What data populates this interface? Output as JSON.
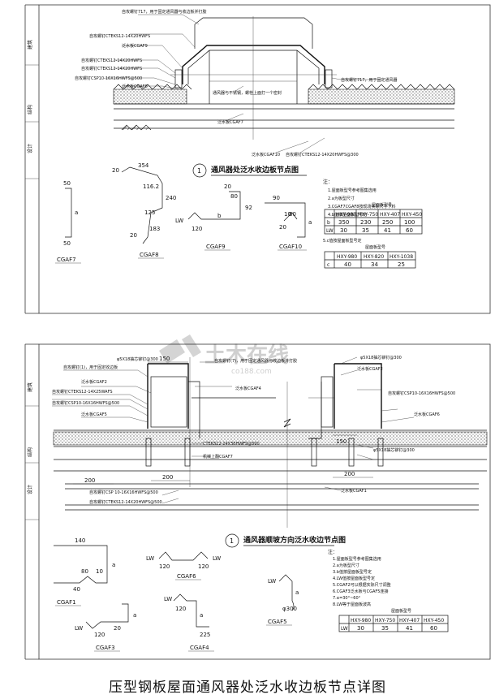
{
  "title": "压型钢板屋面通风器处泛水收边板节点详图",
  "watermark": {
    "cn": "土木在线",
    "en": "co188.com"
  },
  "side_labels": [
    "建筑",
    "结构",
    "设计"
  ],
  "top": {
    "title": "通风器处泛水收边板节点图",
    "mark": "1",
    "callouts": [
      "自攻螺钉717，用于固定通风器与收边板并打胶",
      "自攻螺钉CTEKS12-14X20HWFS",
      "泛水板CGAF9",
      "自攻螺钉CTEKS12-14X20HWFS",
      "自攻螺钉CTEKS12-14X20HWFS",
      "自攻螺钉CSP10-16X16HWFS@500",
      "泛水板CGAF8",
      "自攻螺钉717，用于固定通风器",
      "通风器与不锈钢，螺栓上面打一个密封",
      "泛水板CGAF7",
      "泛水板CGAF10",
      "自攻螺钉CTEKS12-14X20HWFS@300"
    ],
    "profiles": {
      "cgaf7": {
        "label": "CGAF7",
        "dims": [
          "50",
          "a",
          "50"
        ]
      },
      "cgaf8": {
        "label": "CGAF8",
        "dims": [
          "354",
          "20",
          "116.2",
          "240",
          "125",
          "20",
          "183"
        ]
      },
      "cgaf9": {
        "label": "CGAF9",
        "dims": [
          "20",
          "80",
          "92",
          "b",
          "LW",
          "120"
        ]
      },
      "cgaf10": {
        "label": "CGAF10",
        "dims": [
          "90",
          "10",
          "80",
          "20",
          "a"
        ]
      }
    },
    "notes": [
      "注：",
      "1.屋面板型号参考图集选用",
      "2.a为板型尺寸",
      "3.CGAF7CGAF8按现场实际尺寸下料",
      "4.b值按屋面板型号定"
    ],
    "table1": {
      "caption": "屋面板型号",
      "headers": [
        "",
        "HXY-980",
        "HXY-750",
        "HXY-407",
        "HXY-450"
      ],
      "rows": [
        [
          "b",
          "350",
          "230",
          "250",
          "100"
        ],
        [
          "LW",
          "30",
          "35",
          "41",
          "60"
        ]
      ]
    },
    "note5": "5.c值按屋面板型号定",
    "table2": {
      "caption": "屋面板型号",
      "headers": [
        "",
        "HXY-980",
        "HXY-820",
        "HXY-1038"
      ],
      "rows": [
        [
          "c",
          "40",
          "34",
          "25"
        ]
      ]
    }
  },
  "bottom": {
    "title": "通风器顺坡方向泛水收边节点图",
    "mark": "1",
    "callouts": [
      "自攻螺钉(7)，用于固定通风器与收边板并打胶",
      "泛水板CGAF2",
      "自攻螺钉(1)，用于固定收边板",
      "自攻螺钉CTEKS12-14X25WAFS",
      "自攻螺钉CSP10-16X16HWFS@500",
      "泛水板CGAF5",
      "泛水板CGAF2",
      "自攻螺钉CSP10-16X16HWFS@500",
      "泛水板CGAF6",
      "CTEKS12-14X30HWFS@500",
      "机械上翻CGAF7",
      "自攻螺钉CSP 10-16X16HWFS@500",
      "自攻螺钉CTEKS12-14X20HWFS@500",
      "泛水板CGAF1",
      "泛水板CGAF4",
      "φ5X18抽芯铆钉@300",
      "φ5X18抽芯铆钉@300",
      "φ5X18抽芯铆钉@300"
    ],
    "dims": [
      "150",
      "200",
      "150",
      "200",
      "200"
    ],
    "profiles": {
      "cgaf1": {
        "label": "CGAF1",
        "dims": [
          "140",
          "a",
          "10",
          "80",
          "40"
        ]
      },
      "cgaf6": {
        "label": "CGAF6",
        "dims": [
          "LW",
          "120",
          "LW",
          "120"
        ]
      },
      "cgaf3": {
        "label": "CGAF3",
        "dims": [
          "a",
          "20",
          "120",
          "LW"
        ]
      },
      "cgaf4": {
        "label": "CGAF4",
        "dims": [
          "LW",
          "120",
          "a",
          "225"
        ]
      },
      "cgaf5": {
        "label": "CGAF5",
        "dims": [
          "LW",
          "a",
          "φ300"
        ]
      }
    },
    "notes": [
      "注：",
      "1.屋面板型号参考图集选用",
      "2.a为板型尺寸",
      "3.b值按屋面板型号定",
      "4.LW值按屋面板型号定",
      "5.CGAF2可以根据实际尺寸调整",
      "6.CGAF3泛水板与CGAF5连接",
      "7.α=30°~60°",
      "8.LW等于屋面板波高"
    ],
    "table": {
      "caption": "屋面板型号",
      "headers": [
        "",
        "HXY-980",
        "HXY-750",
        "HXY-407",
        "HXY-450"
      ],
      "rows": [
        [
          "LW",
          "30",
          "35",
          "41",
          "60"
        ]
      ]
    }
  }
}
